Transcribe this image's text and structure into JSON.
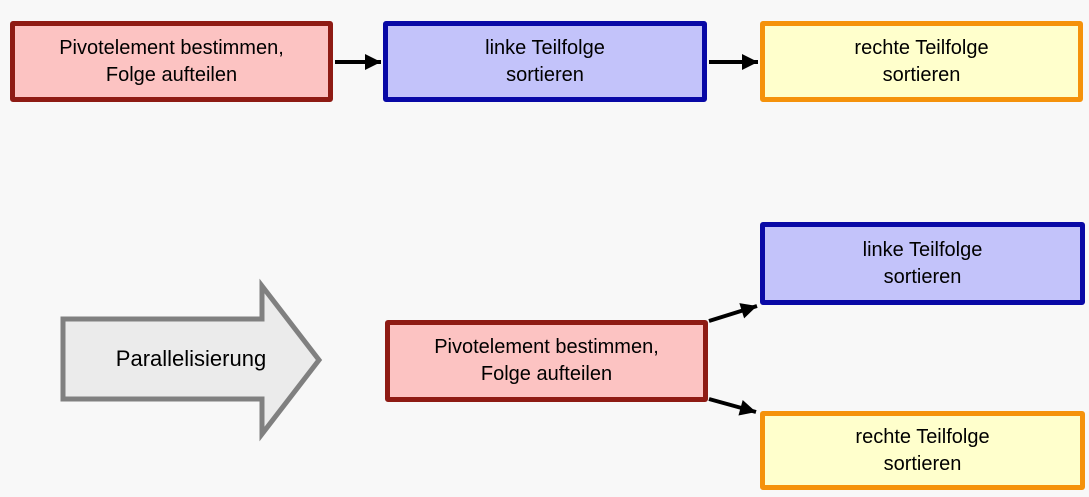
{
  "colors": {
    "bg": "#f8f8f8",
    "pink-fill": "#fcc3c2",
    "red-border": "#8e1b14",
    "lavender-fill": "#c3c3fa",
    "blue-border": "#0909a6",
    "yellow-fill": "#ffffcc",
    "orange-border": "#f5920b",
    "gray-arrow-fill": "#ebebeb",
    "gray-arrow-border": "#808080",
    "connector": "#000000"
  },
  "diagram": {
    "sequential": {
      "pivot": {
        "label": "Pivotelement bestimmen,\nFolge aufteilen"
      },
      "left": {
        "label": "linke Teilfolge\nsortieren"
      },
      "right": {
        "label": "rechte Teilfolge\nsortieren"
      }
    },
    "transform_arrow": {
      "label": "Parallelisierung"
    },
    "parallel": {
      "pivot": {
        "label": "Pivotelement bestimmen,\nFolge aufteilen"
      },
      "left": {
        "label": "linke Teilfolge\nsortieren"
      },
      "right": {
        "label": "rechte Teilfolge\nsortieren"
      }
    }
  }
}
